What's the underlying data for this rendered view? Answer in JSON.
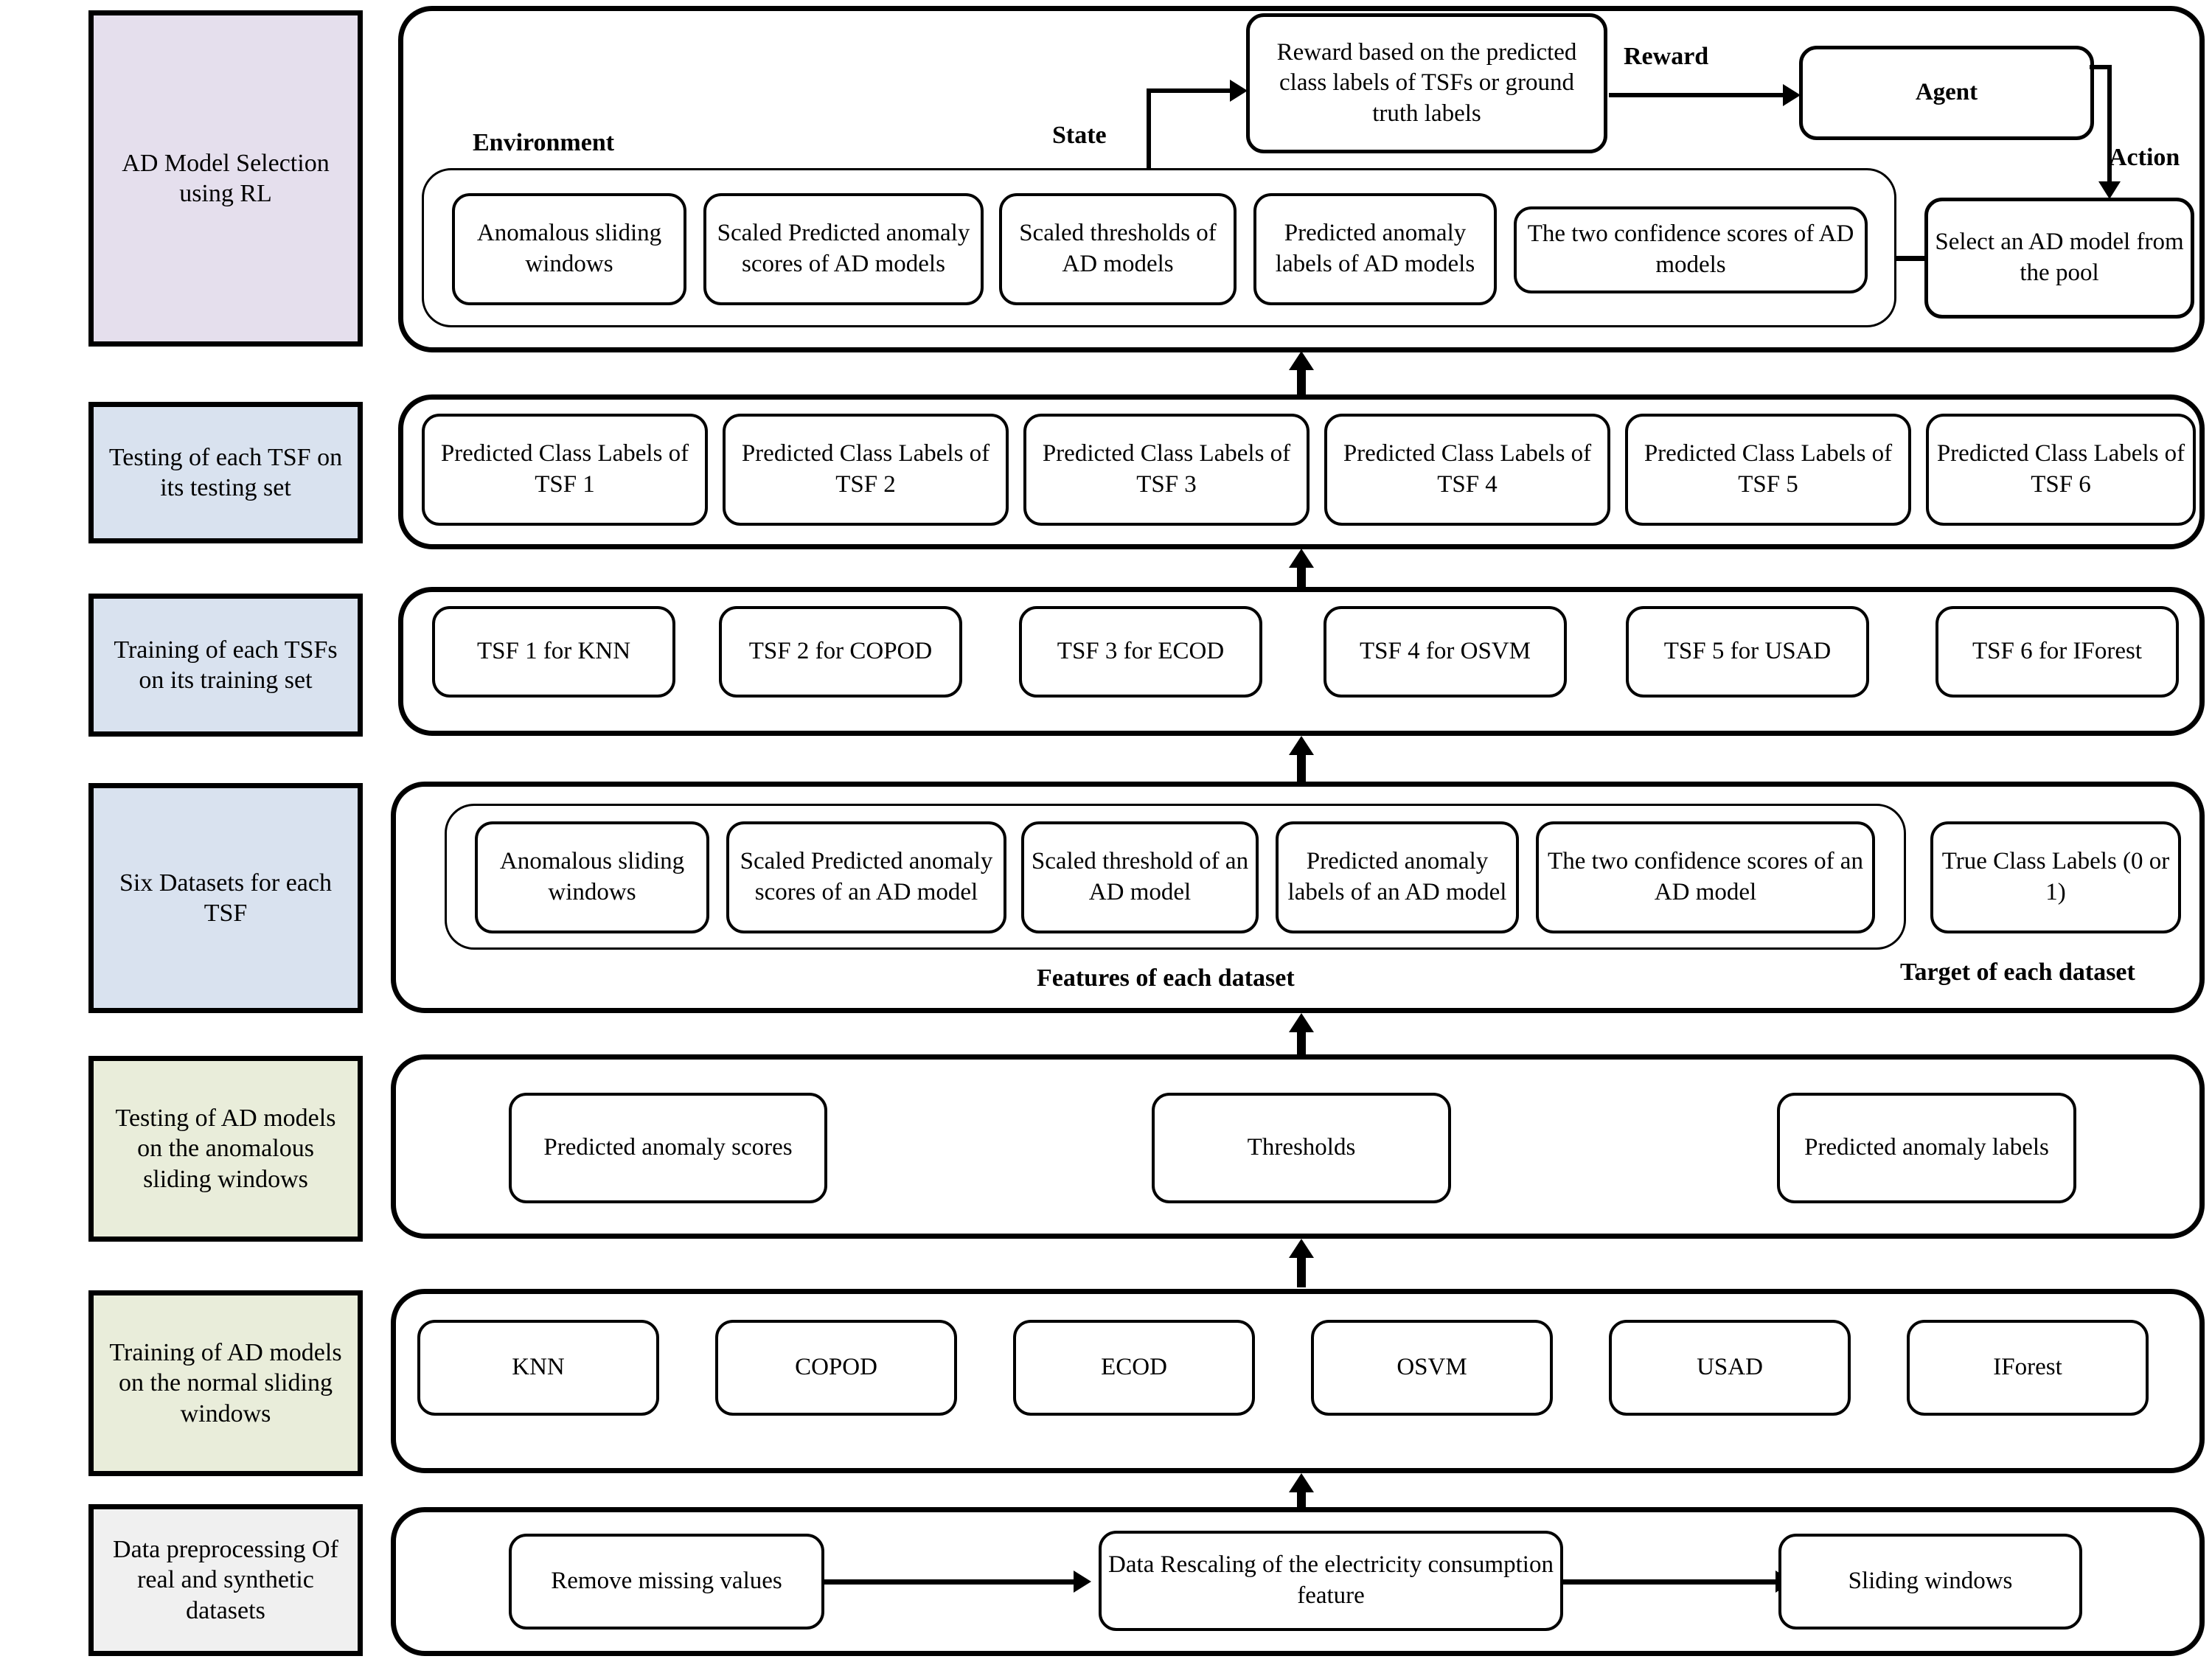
{
  "diagram": {
    "title": "AD Model Selection using RL pipeline",
    "colors": {
      "lavender": "#e5dfed",
      "light_blue": "#d9e2ef",
      "light_green": "#e9edda",
      "light_gray": "#f0f0f0",
      "stroke": "#000000",
      "background": "#ffffff"
    }
  },
  "stage_labels": {
    "rl": "AD Model Selection using RL",
    "testing_tsf": "Testing of  each TSF on its testing set",
    "training_tsf": "Training of each TSFs on  its training set",
    "six_datasets": "Six Datasets for each TSF",
    "testing_ad": "Testing of AD models on the anomalous sliding windows",
    "training_ad": "Training of AD models on the normal sliding windows",
    "preprocessing": "Data preprocessing Of real and synthetic datasets"
  },
  "rl_row": {
    "environment_caption": "Environment",
    "state_caption": "State",
    "reward_caption": "Reward",
    "action_caption": "Action",
    "reward_box": "Reward based on the predicted class labels of TSFs or ground truth labels",
    "agent_box": "Agent",
    "select_box": "Select an AD model from the pool",
    "environment_items": [
      "Anomalous sliding windows",
      "Scaled Predicted anomaly scores of  AD models",
      "Scaled thresholds of AD models",
      "Predicted anomaly labels of AD models",
      "The two confidence scores of AD models"
    ]
  },
  "testing_tsf_row": {
    "items": [
      "Predicted Class Labels of TSF 1",
      "Predicted Class Labels of TSF 2",
      "Predicted Class Labels of TSF 3",
      "Predicted Class Labels of TSF 4",
      "Predicted Class Labels of TSF 5",
      "Predicted Class Labels of TSF 6"
    ]
  },
  "training_tsf_row": {
    "items": [
      "TSF 1 for KNN",
      "TSF 2 for COPOD",
      "TSF 3 for ECOD",
      "TSF 4 for OSVM",
      "TSF 5 for USAD",
      "TSF 6 for IForest"
    ]
  },
  "six_datasets_row": {
    "features_caption": "Features of each dataset",
    "target_caption": "Target of each dataset",
    "feature_items": [
      "Anomalous sliding windows",
      "Scaled Predicted anomaly scores of an AD model",
      "Scaled threshold of an AD model",
      "Predicted anomaly labels of an AD model",
      "The two confidence scores of an AD model"
    ],
    "target_item": "True Class Labels (0 or 1)"
  },
  "testing_ad_row": {
    "items": [
      "Predicted anomaly scores",
      "Thresholds",
      "Predicted anomaly labels"
    ]
  },
  "training_ad_row": {
    "items": [
      "KNN",
      "COPOD",
      "ECOD",
      "OSVM",
      "USAD",
      "IForest"
    ]
  },
  "preprocessing_row": {
    "items": [
      "Remove missing values",
      "Data Rescaling of the electricity consumption feature",
      "Sliding windows"
    ]
  }
}
